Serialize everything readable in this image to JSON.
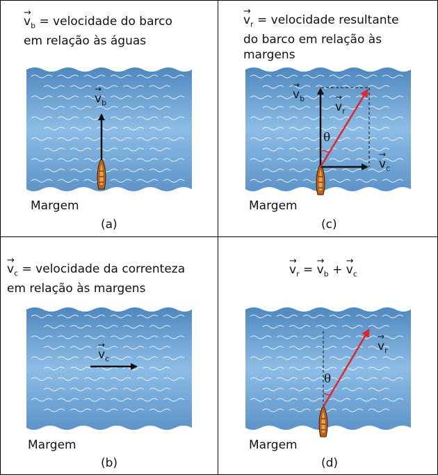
{
  "panels": {
    "a": {
      "vec_base": "v",
      "vec_sub": "b",
      "line1": "= velocidade do barco",
      "line2": "em relação às águas",
      "vector_base": "v",
      "vector_sub": "b",
      "margin": "Margem",
      "caption": "(a)"
    },
    "b": {
      "vec_base": "v",
      "vec_sub": "c",
      "line1": "= velocidade da correnteza",
      "line2": "em relação às margens",
      "vector_base": "v",
      "vector_sub": "c",
      "margin": "Margem",
      "caption": "(b)"
    },
    "c": {
      "vec_base": "v",
      "vec_sub": "r",
      "line1": "= velocidade resultante",
      "line2": "do barco em relação às",
      "line3": "margens",
      "vb_base": "v",
      "vb_sub": "b",
      "vr_base": "v",
      "vr_sub": "r",
      "vc_base": "v",
      "vc_sub": "c",
      "theta": "θ",
      "margin": "Margem",
      "caption": "(c)"
    },
    "d": {
      "eq_v": "v",
      "eq_r": "r",
      "eq_eq": "=",
      "eq_v2": "v",
      "eq_b": "b",
      "eq_plus": "+",
      "eq_v3": "v",
      "eq_c": "c",
      "vr_base": "v",
      "vr_sub": "r",
      "theta": "θ",
      "margin": "Margem",
      "caption": "(d)"
    }
  },
  "colors": {
    "water_dark": "#4f87bf",
    "water_light": "#8cbde6",
    "resultant": "#e0262c",
    "boat": "#b8621b"
  }
}
